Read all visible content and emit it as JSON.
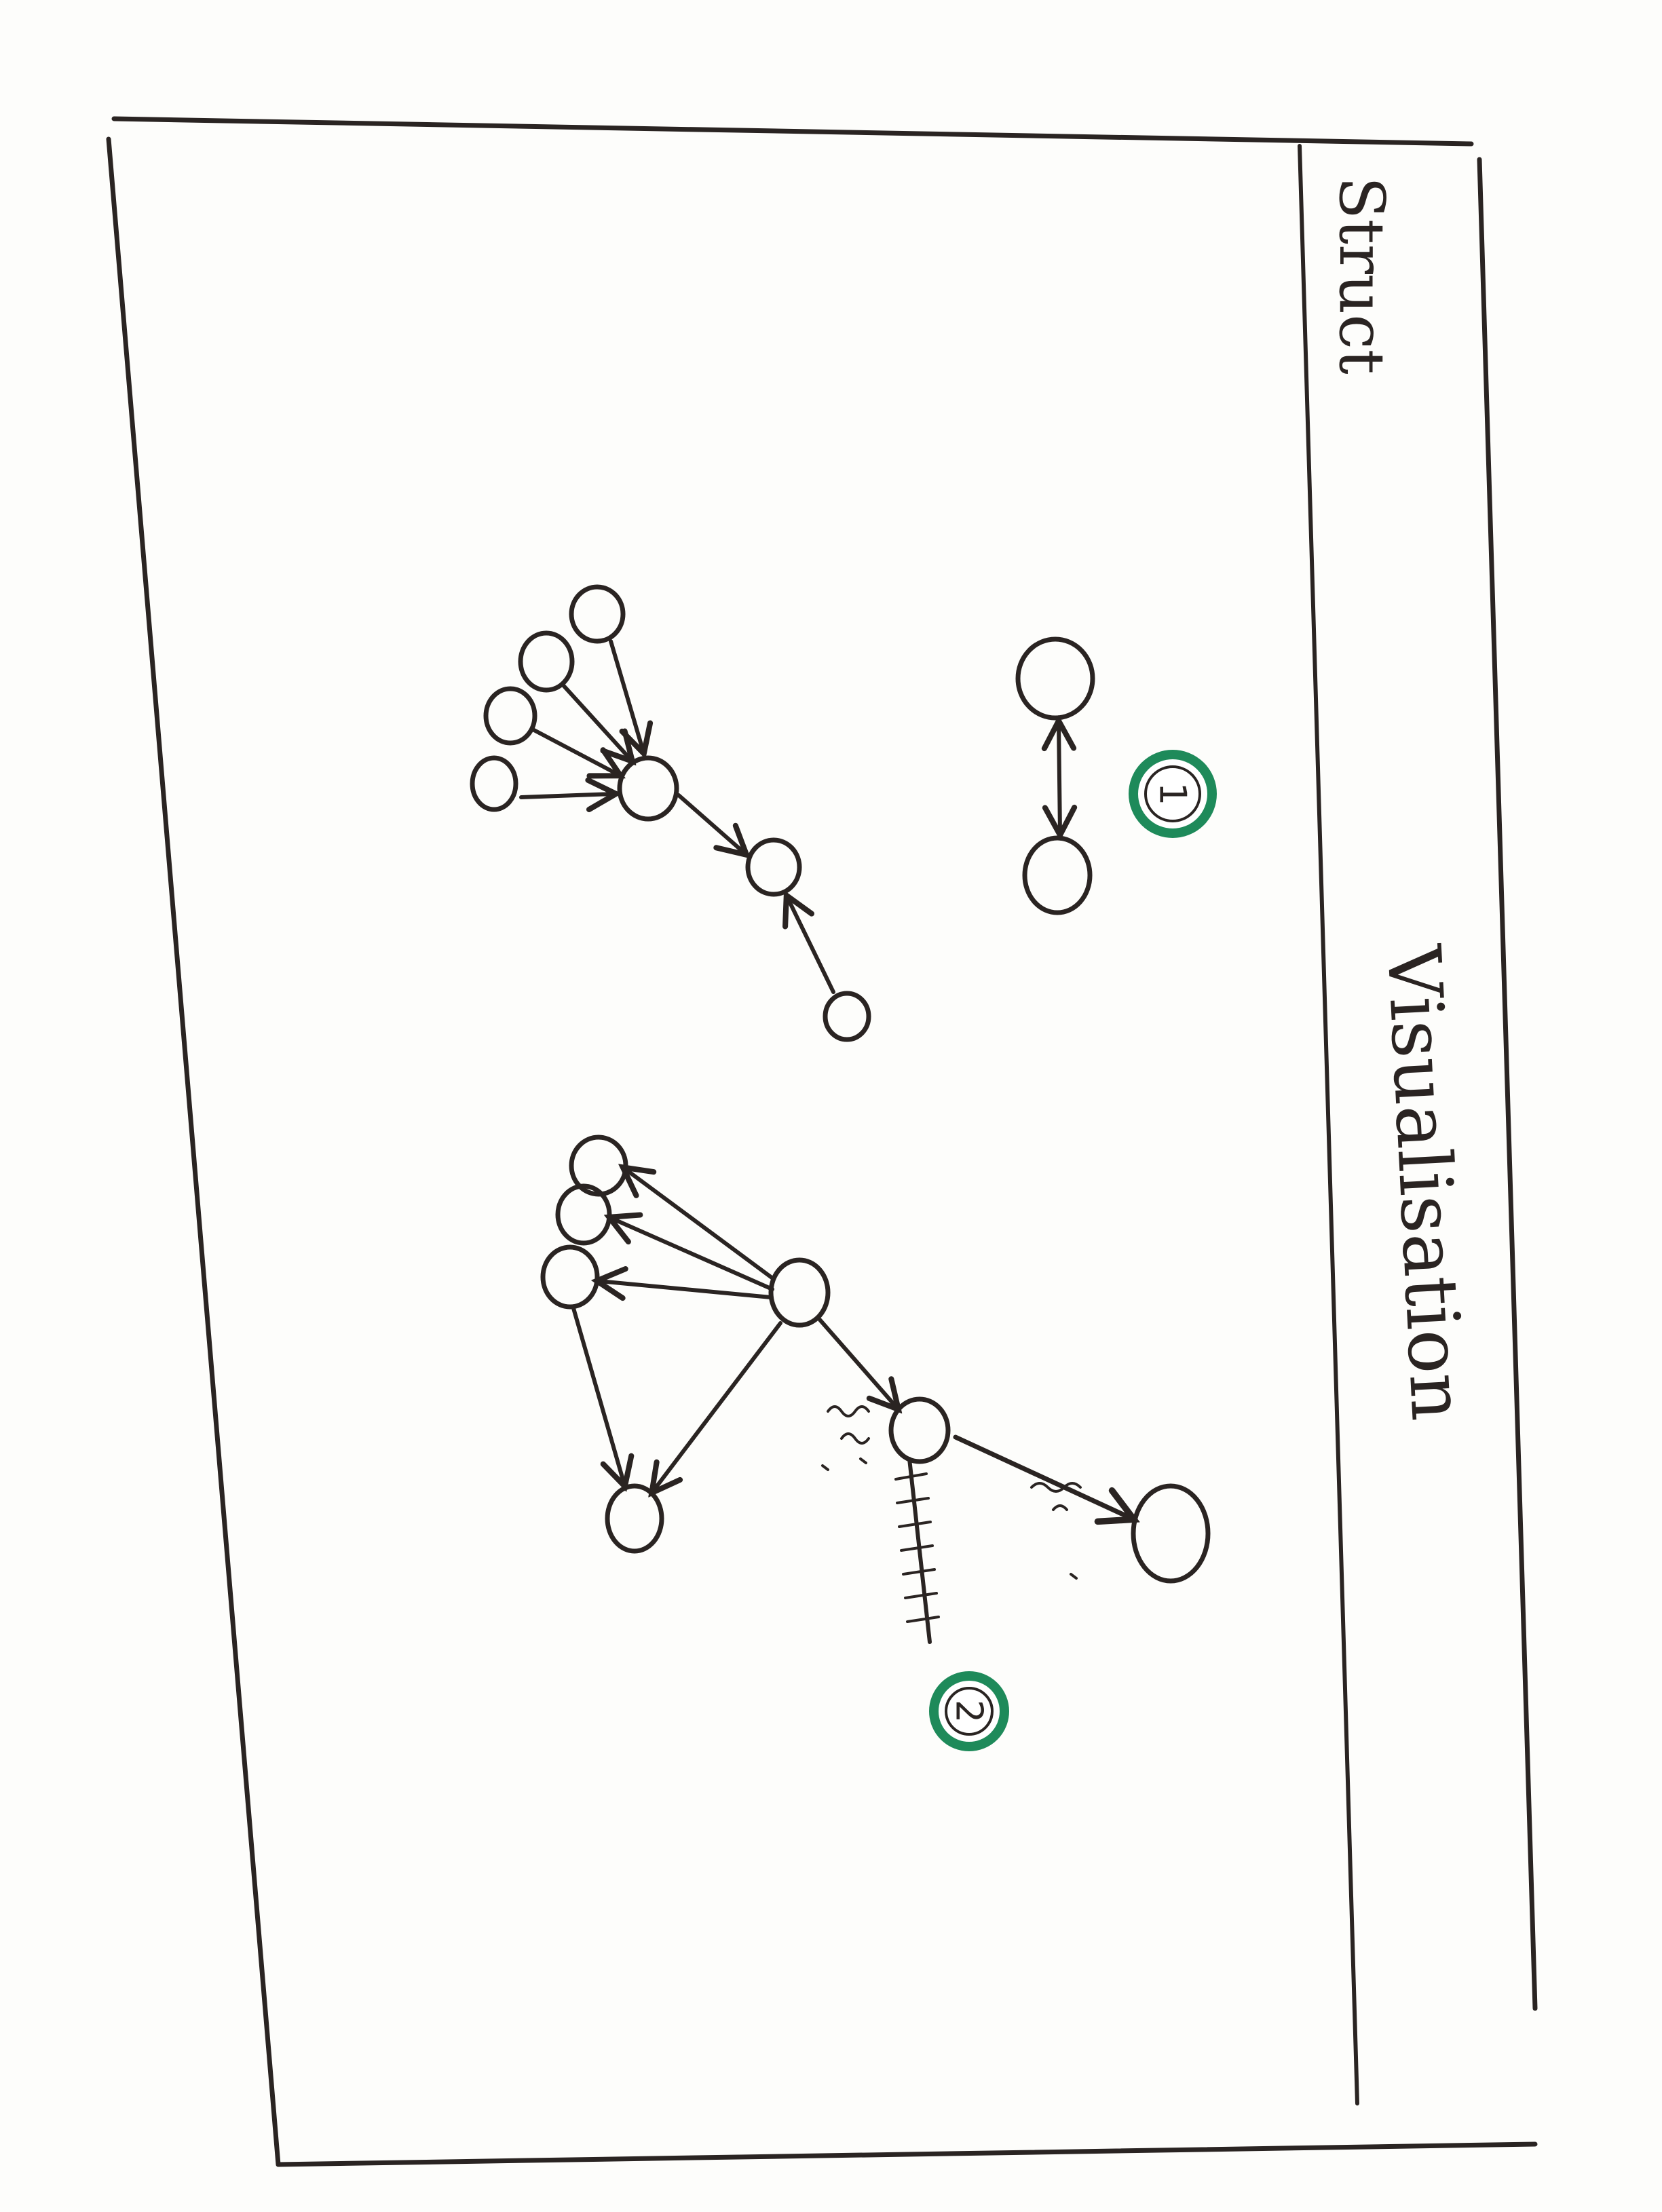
{
  "panel": {
    "title": "Visualisation"
  },
  "toolbar": {
    "button_label": "Struct"
  },
  "badges": [
    {
      "label": "1"
    },
    {
      "label": "2"
    }
  ],
  "colors": {
    "ink": "#2a2422",
    "badge_accent": "#1e8a5a",
    "paper": "#fdfdfb"
  }
}
